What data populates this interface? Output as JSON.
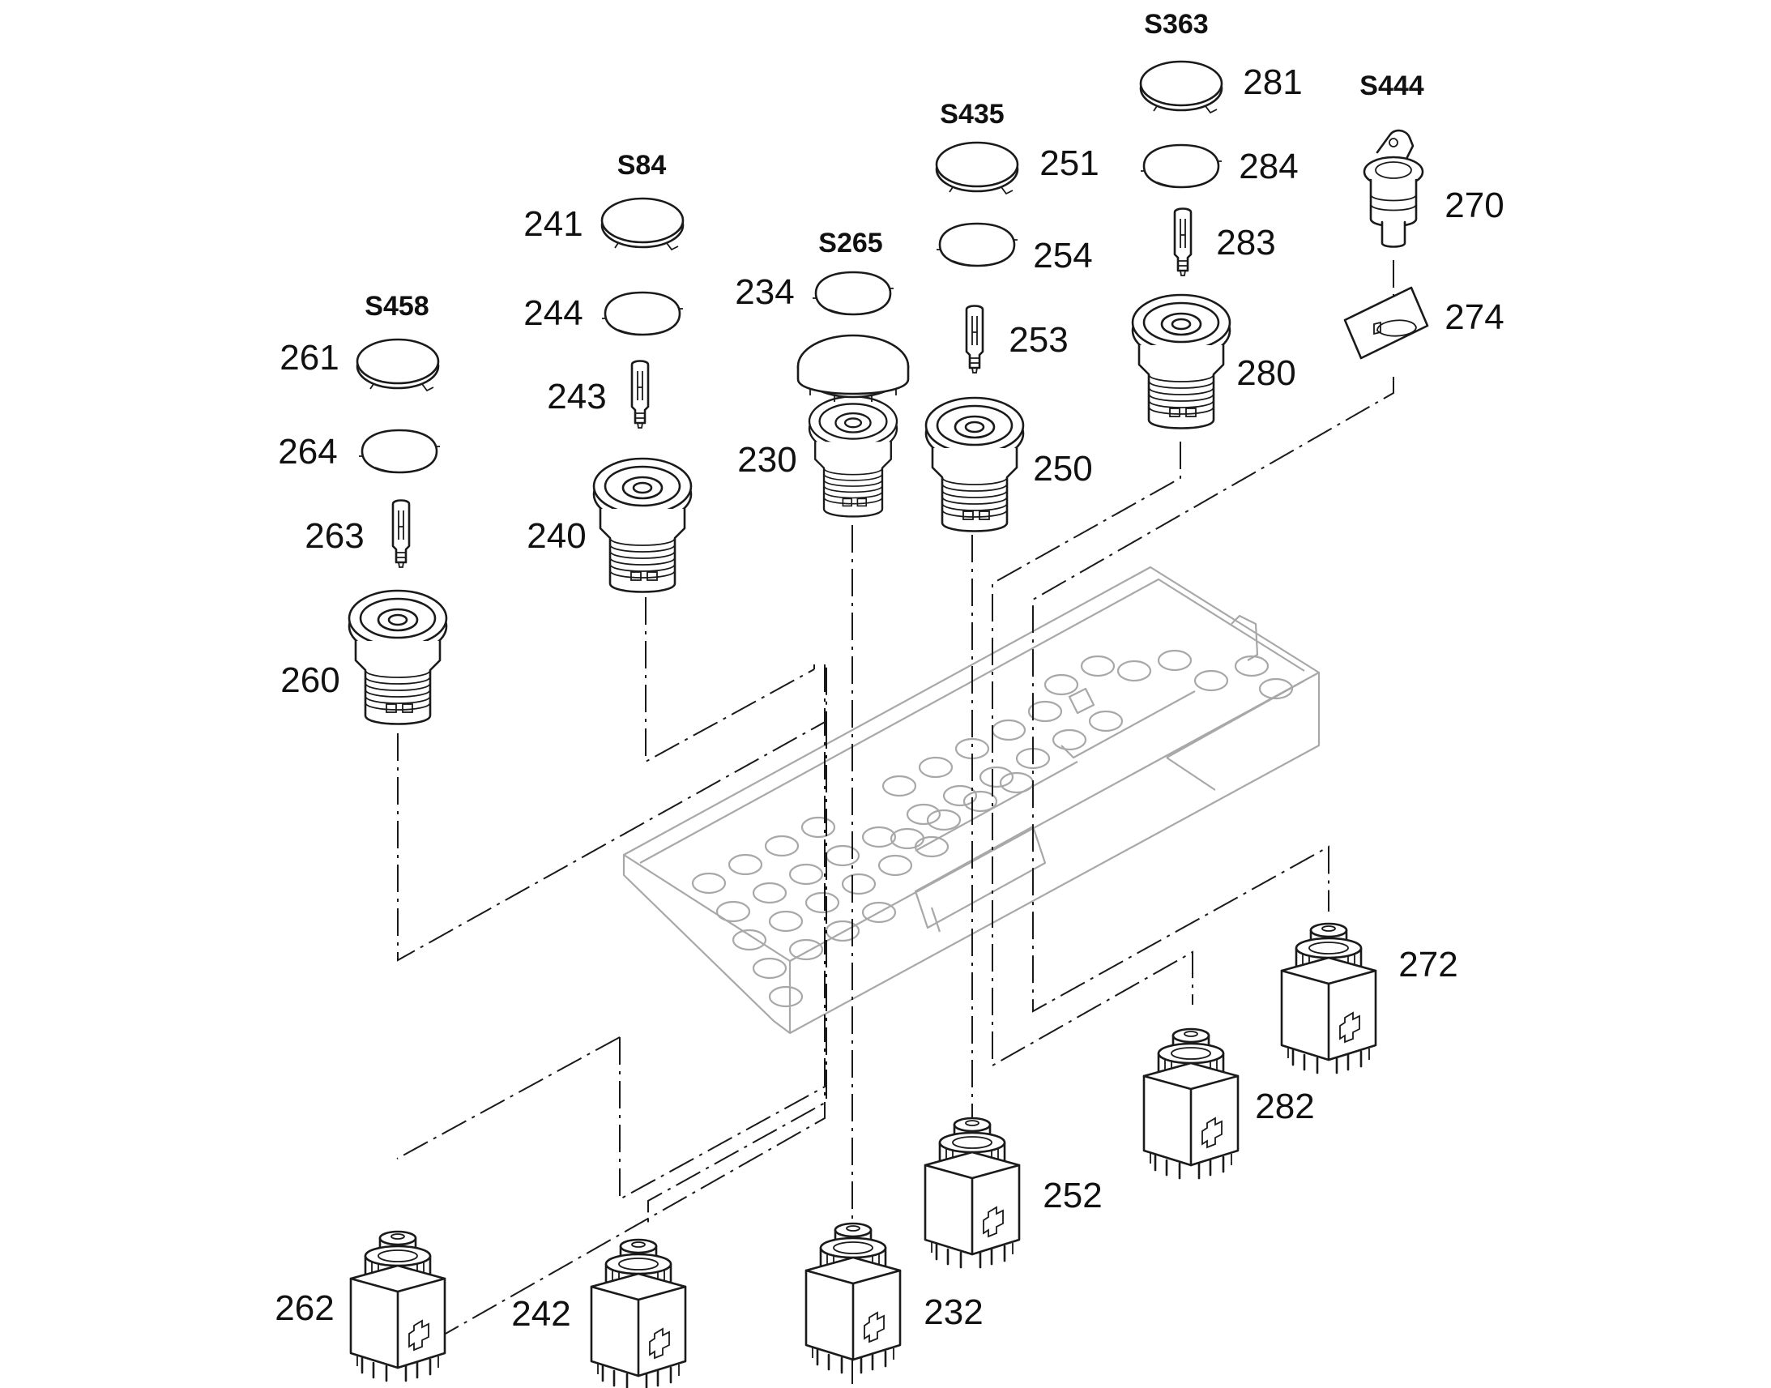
{
  "groups": [
    {
      "id": "S458",
      "label": "S458"
    },
    {
      "id": "S84",
      "label": "S84"
    },
    {
      "id": "S265",
      "label": "S265"
    },
    {
      "id": "S435",
      "label": "S435"
    },
    {
      "id": "S363",
      "label": "S363"
    },
    {
      "id": "S444",
      "label": "S444"
    }
  ],
  "parts": {
    "p230": "230",
    "p232": "232",
    "p234": "234",
    "p240": "240",
    "p241": "241",
    "p242": "242",
    "p243": "243",
    "p244": "244",
    "p250": "250",
    "p251": "251",
    "p252": "252",
    "p253": "253",
    "p254": "254",
    "p260": "260",
    "p261": "261",
    "p262": "262",
    "p263": "263",
    "p264": "264",
    "p270": "270",
    "p272": "272",
    "p274": "274",
    "p280": "280",
    "p281": "281",
    "p282": "282",
    "p283": "283",
    "p284": "284"
  }
}
